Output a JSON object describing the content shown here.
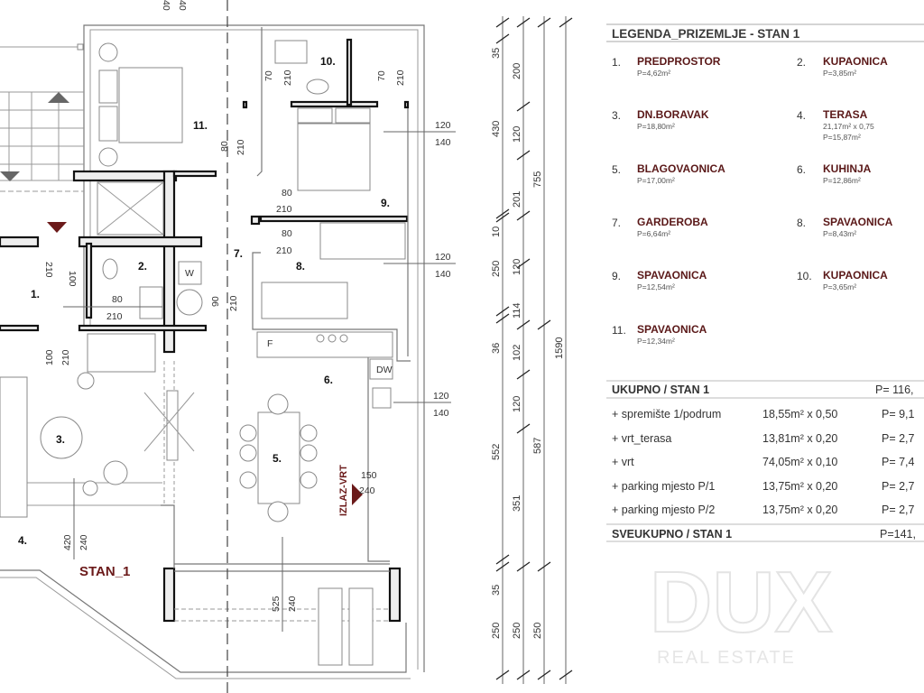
{
  "legend": {
    "title": "LEGENDA_PRIZEMLJE - STAN 1",
    "items": [
      {
        "num": "1.",
        "name": "PREDPROSTOR",
        "area": "P=4,62m²"
      },
      {
        "num": "2.",
        "name": "KUPAONICA",
        "area": "P=3,85m²"
      },
      {
        "num": "3.",
        "name": "DN.BORAVAK",
        "area": "P=18,80m²"
      },
      {
        "num": "4.",
        "name": "TERASA",
        "calc": "21,17m² x 0,75",
        "area": "P=15,87m²"
      },
      {
        "num": "5.",
        "name": "BLAGOVAONICA",
        "area": "P=17,00m²"
      },
      {
        "num": "6.",
        "name": "KUHINJA",
        "area": "P=12,86m²"
      },
      {
        "num": "7.",
        "name": "GARDEROBA",
        "area": "P=6,64m²"
      },
      {
        "num": "8.",
        "name": "SPAVAONICA",
        "area": "P=8,43m²"
      },
      {
        "num": "9.",
        "name": "SPAVAONICA",
        "area": "P=12,54m²"
      },
      {
        "num": "10.",
        "name": "KUPAONICA",
        "area": "P=3,65m²"
      },
      {
        "num": "11.",
        "name": "SPAVAONICA",
        "area": "P=12,34m²"
      }
    ]
  },
  "totals": {
    "subtotal_label": "UKUPNO / STAN 1",
    "subtotal_value": "P= 116,",
    "rows": [
      {
        "label": "+ spremište 1/podrum",
        "calc": "18,55m² x 0,50",
        "value": "P= 9,1"
      },
      {
        "label": "+ vrt_terasa",
        "calc": "13,81m² x 0,20",
        "value": "P= 2,7"
      },
      {
        "label": "+ vrt",
        "calc": "74,05m² x 0,10",
        "value": "P= 7,4"
      },
      {
        "label": "+ parking mjesto P/1",
        "calc": "13,75m² x 0,20",
        "value": "P= 2,7"
      },
      {
        "label": "+ parking mjesto P/2",
        "calc": "13,75m² x 0,20",
        "value": "P= 2,7"
      }
    ],
    "total_label": "SVEUKUPNO / STAN 1",
    "total_value": "P=141,"
  },
  "plan": {
    "rooms": [
      "1.",
      "2.",
      "3.",
      "4.",
      "5.",
      "6.",
      "7.",
      "8.",
      "9.",
      "10.",
      "11."
    ],
    "unit_label": "STAN_1",
    "exit_label": "IZLAZ-VRT",
    "dims": [
      "40",
      "40",
      "80",
      "210",
      "80",
      "210",
      "80",
      "210",
      "70",
      "210",
      "70",
      "210",
      "120",
      "140",
      "120",
      "140",
      "120",
      "140",
      "100",
      "210",
      "80",
      "210",
      "90",
      "210",
      "100",
      "210",
      "420",
      "240",
      "525",
      "240",
      "150",
      "240",
      "W",
      "F",
      "DW"
    ]
  },
  "dimension_column": {
    "col1": [
      "35",
      "430",
      "10",
      "250",
      "36",
      "552",
      "35",
      "250"
    ],
    "col2": [
      "200",
      "120",
      "201",
      "120",
      "114",
      "102",
      "120",
      "351",
      "250"
    ],
    "col3": [
      "755",
      "587",
      "250"
    ],
    "col4": [
      "1590"
    ]
  },
  "watermark": {
    "brand": "DUX",
    "sub": "REAL ESTATE"
  },
  "colors": {
    "accent": "#5a1818",
    "wall_fill": "#eeeeee"
  }
}
